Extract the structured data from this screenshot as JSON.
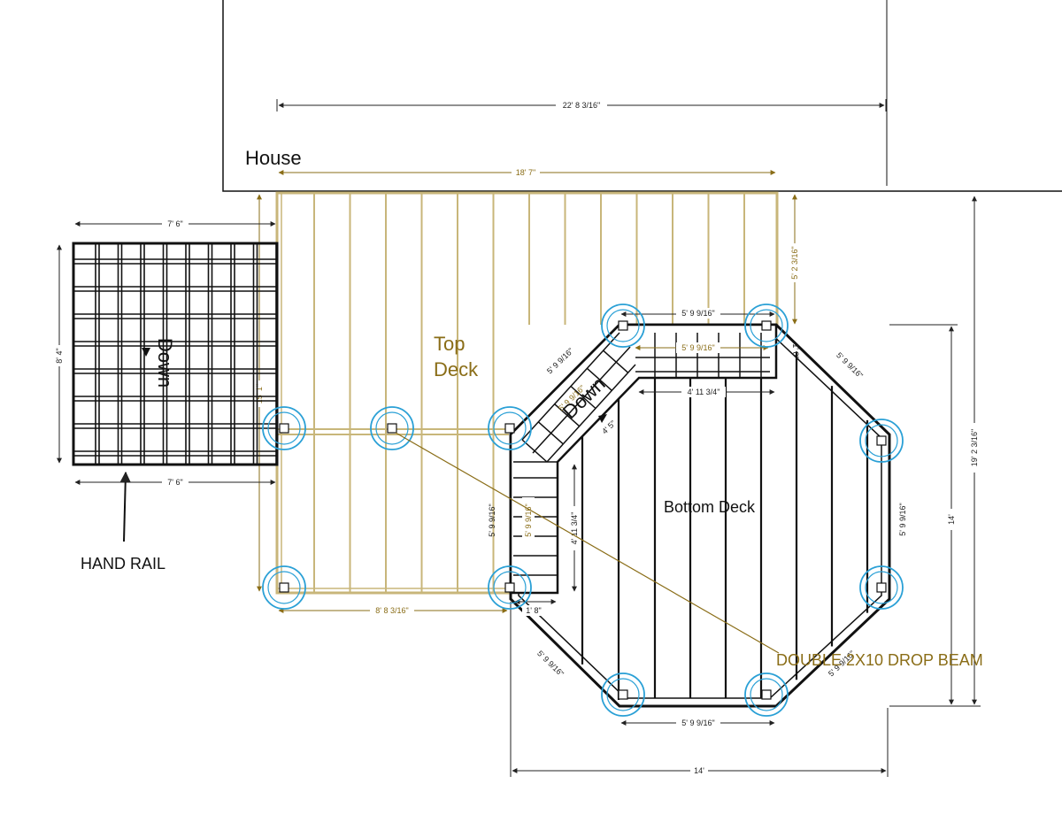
{
  "labels": {
    "house": "House",
    "top_deck_line1": "Top",
    "top_deck_line2": "Deck",
    "bottom_deck": "Bottom Deck",
    "hand_rail": "HAND RAIL",
    "down_left": "Down",
    "down_stairs": "Down",
    "drop_beam": "DOUBLE 2X10 DROP BEAM"
  },
  "dimensions": {
    "overall_width": "22' 8 3/16\"",
    "top_deck_width": "18' 7\"",
    "top_deck_depth": "15' 1\"",
    "right_offset": "5' 2 3/16\"",
    "stair_top": "7' 6\"",
    "stair_bottom": "7' 6\"",
    "stair_depth": "8' 4\"",
    "top_deck_bottom": "8' 8 3/16\"",
    "oct_top_outer": "5' 9 9/16\"",
    "oct_top_inner": "5' 9 9/16\"",
    "landing_width": "4' 11 3/4\"",
    "right_small": "1' 8\"",
    "diag_upper_left": "5' 9 9/16\"",
    "diag_upper_left_inner": "5' 9 9/16\"",
    "landing_diag": "4' 5\"",
    "diag_upper_right": "5' 9 9/16\"",
    "left_side_outer": "5' 9 9/16\"",
    "left_side_inner": "5' 9 9/16\"",
    "landing_depth": "4' 11 3/4\"",
    "lower_small": "1' 8\"",
    "right_side": "5' 9 9/16\"",
    "oct_bottom": "5' 9 9/16\"",
    "diag_lower_left": "5' 9 9/16\"",
    "diag_lower_right": "5' 9 9/16\"",
    "oct_width": "14'",
    "oct_depth": "14'",
    "overall_depth": "19' 2 3/16\""
  },
  "colors": {
    "frame": "#111111",
    "top_deck": "#c8b67a",
    "gold_text": "#8a6d17",
    "post_ring": "#2aa0d6"
  }
}
